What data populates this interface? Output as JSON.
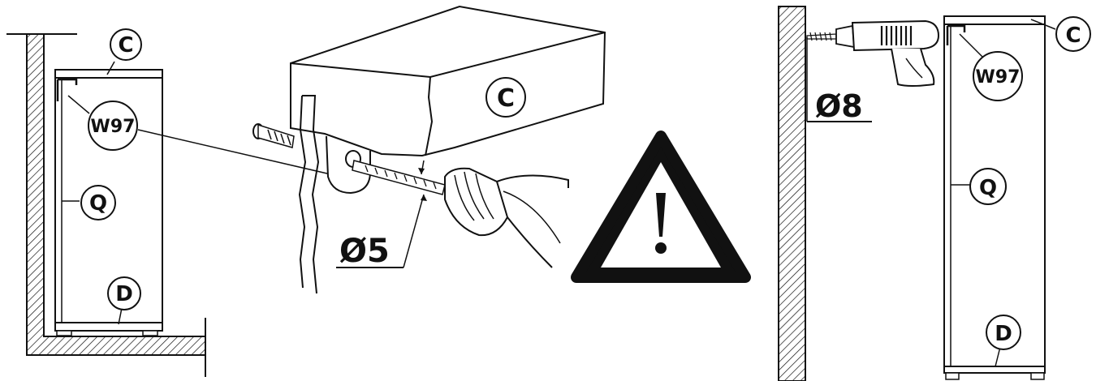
{
  "labels": {
    "panel_left": {
      "c": "C",
      "w97": "W97",
      "q": "Q",
      "d": "D"
    },
    "panel_middle": {
      "c": "C"
    },
    "panel_right": {
      "c": "C",
      "w97": "W97",
      "q": "Q",
      "d": "D"
    }
  },
  "dimensions": {
    "drill_small": "Ø5",
    "drill_large": "Ø8"
  },
  "icons": {
    "warning": "warning-triangle-icon",
    "power_drill": "power-drill-icon",
    "hand_drill": "hand-drill-icon",
    "screw": "screw-icon"
  },
  "colors": {
    "ink": "#111111",
    "paper": "#ffffff"
  }
}
